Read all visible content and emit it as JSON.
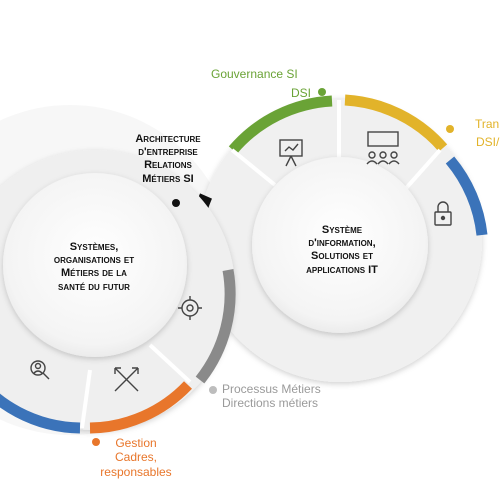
{
  "colors": {
    "green": "#6aa336",
    "yellow": "#e2b32a",
    "blue": "#3b73b9",
    "black": "#111111",
    "grey": "#8a8a8a",
    "orange": "#e8762b"
  },
  "labels": {
    "gouvernance_title": "Gouvernance SI",
    "gouvernance_sub": "DSI",
    "trans_title": "Tran",
    "trans_sub": "DSI/",
    "architecture_line1": "Architecture",
    "architecture_line2": "d'entreprise",
    "architecture_line3": "Relations",
    "architecture_line4": "Métiers SI",
    "systemes_line1": "Systèmes,",
    "systemes_line2": "organisations et",
    "systemes_line3": "Métiers de la",
    "systemes_line4": "santé du futur",
    "si_line1": "Système",
    "si_line2": "d'information,",
    "si_line3": "Solutions et",
    "si_line4": "applications IT",
    "processus_line1": "Processus Métiers",
    "processus_line2": "Directions métiers",
    "gestion_line1": "Gestion",
    "gestion_line2": "Cadres,",
    "gestion_line3": "responsables"
  },
  "icons": [
    "chart-board-icon",
    "meeting-icon",
    "security-lock-icon",
    "gear-settings-icon",
    "arrows-cross-icon",
    "person-search-icon"
  ]
}
